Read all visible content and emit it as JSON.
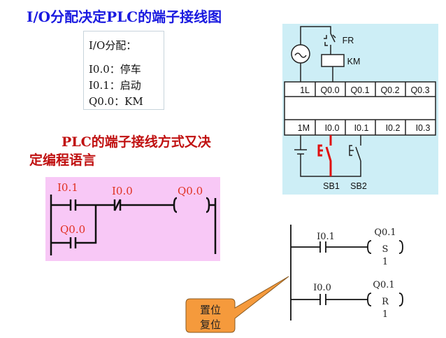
{
  "title": "I/O分配决定PLC的端子接线图",
  "io_box": {
    "heading": "I/O分配：",
    "lines": [
      "I0.0：停车",
      "I0.1：启动",
      "Q0.0：KM"
    ]
  },
  "note": {
    "line1": "PLC的端子接线方式又决",
    "line2": "定编程语言"
  },
  "wiring": {
    "top_terminals": [
      "1L",
      "Q0.0",
      "Q0.1",
      "Q0.2",
      "Q0.3"
    ],
    "bottom_terminals": [
      "1M",
      "I0.0",
      "I0.1",
      "I0.2",
      "I0.3"
    ],
    "fr_label": "FR",
    "km_label": "KM",
    "sb1_label": "SB1",
    "sb2_label": "SB2",
    "colors": {
      "panel": "#cdeef6",
      "highlight": "#e01010"
    }
  },
  "ladder1": {
    "contact_start": "I0.1",
    "contact_stop": "I0.0",
    "coil": "Q0.0",
    "contact_hold": "Q0.0",
    "colors": {
      "panel": "#f8c8f6",
      "label": "#e03020"
    }
  },
  "ladder2": {
    "rung1": {
      "contact": "I0.1",
      "coil": "Q0.1",
      "coil_type": "S",
      "count": "1"
    },
    "rung2": {
      "contact": "I0.0",
      "coil": "Q0.1",
      "coil_type": "R",
      "count": "1"
    }
  },
  "callout": {
    "line1": "置位",
    "line2": "复位",
    "color": "#f59a3c"
  }
}
